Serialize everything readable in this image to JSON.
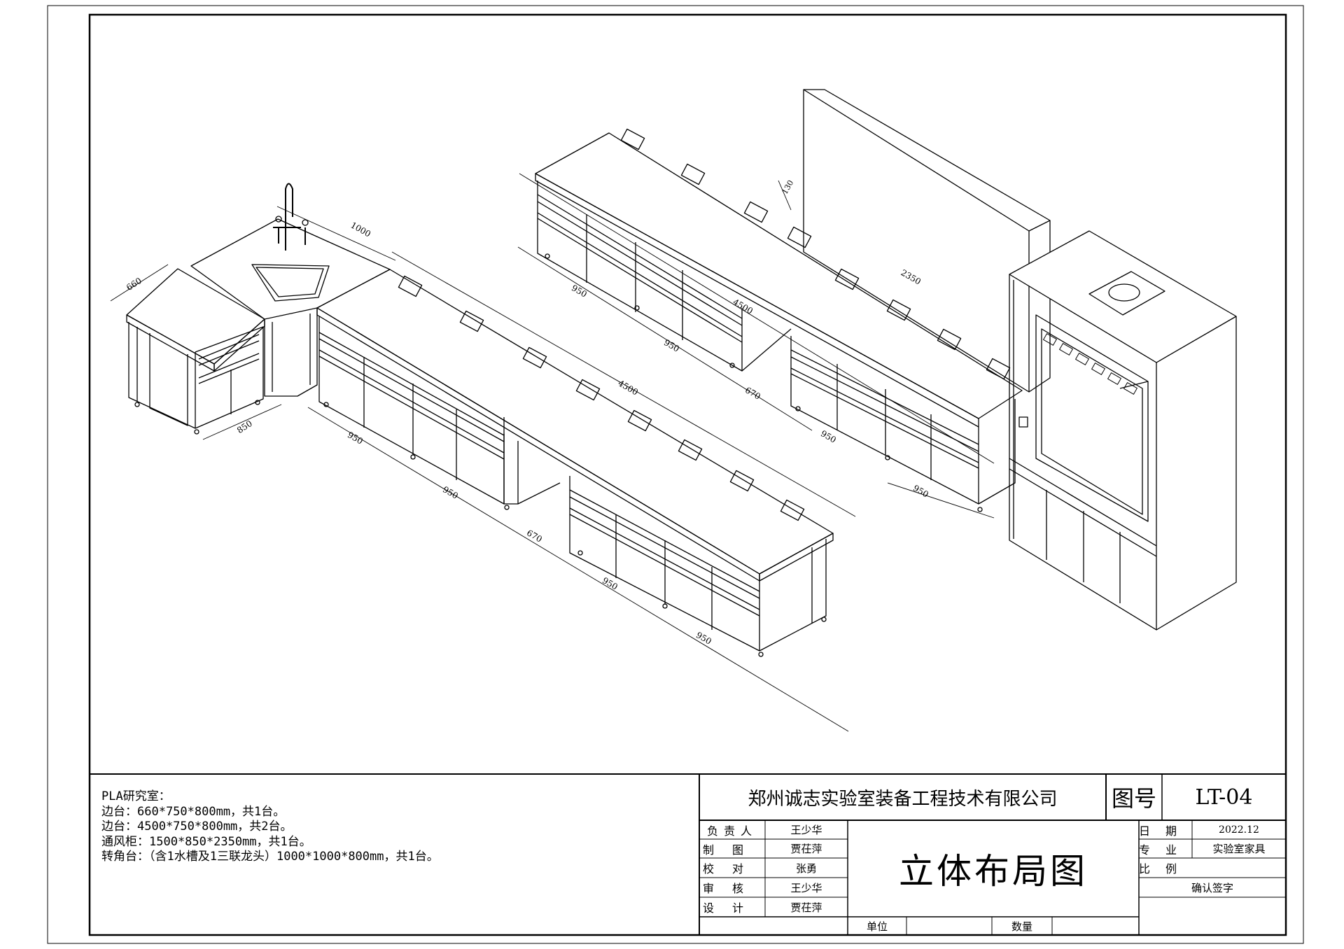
{
  "notes": {
    "title": "PLA研究室：",
    "lines": [
      "边台：660*750*800mm，共1台。",
      "边台：4500*750*800mm，共2台。",
      "通风柜：1500*850*2350mm，共1台。",
      "转角台：（含1水槽及1三联龙头）1000*1000*800mm，共1台。"
    ]
  },
  "title_block": {
    "company": "郑州诚志实验室装备工程技术有限公司",
    "drawing_no_label": "图号",
    "drawing_no": "LT-04",
    "drawing_title": "立体布局图",
    "roles": [
      {
        "label": "负责人",
        "name": "王少华"
      },
      {
        "label": "制图",
        "name": "贾茌萍"
      },
      {
        "label": "校对",
        "name": "张勇"
      },
      {
        "label": "审核",
        "name": "王少华"
      },
      {
        "label": "设计",
        "name": "贾茌萍"
      }
    ],
    "date_label": "日期",
    "date": "2022.12",
    "major_label": "专业",
    "major": "实验室家具",
    "scale_label": "比例",
    "scale": "",
    "confirm_label": "确认签字",
    "unit_label": "单位",
    "qty_label": "数量"
  },
  "dimensions": {
    "d_1000": "1000",
    "d_660": "660",
    "d_850": "850",
    "d_4500_a": "4500",
    "d_4500_b": "4500",
    "d_950_a": "950",
    "d_950_b": "950",
    "d_950_c": "950",
    "d_950_d": "950",
    "d_950_e": "950",
    "d_950_f": "950",
    "d_950_g": "950",
    "d_950_h": "950",
    "d_670_a": "670",
    "d_670_b": "670",
    "d_2350": "2350",
    "d_130": "130"
  }
}
